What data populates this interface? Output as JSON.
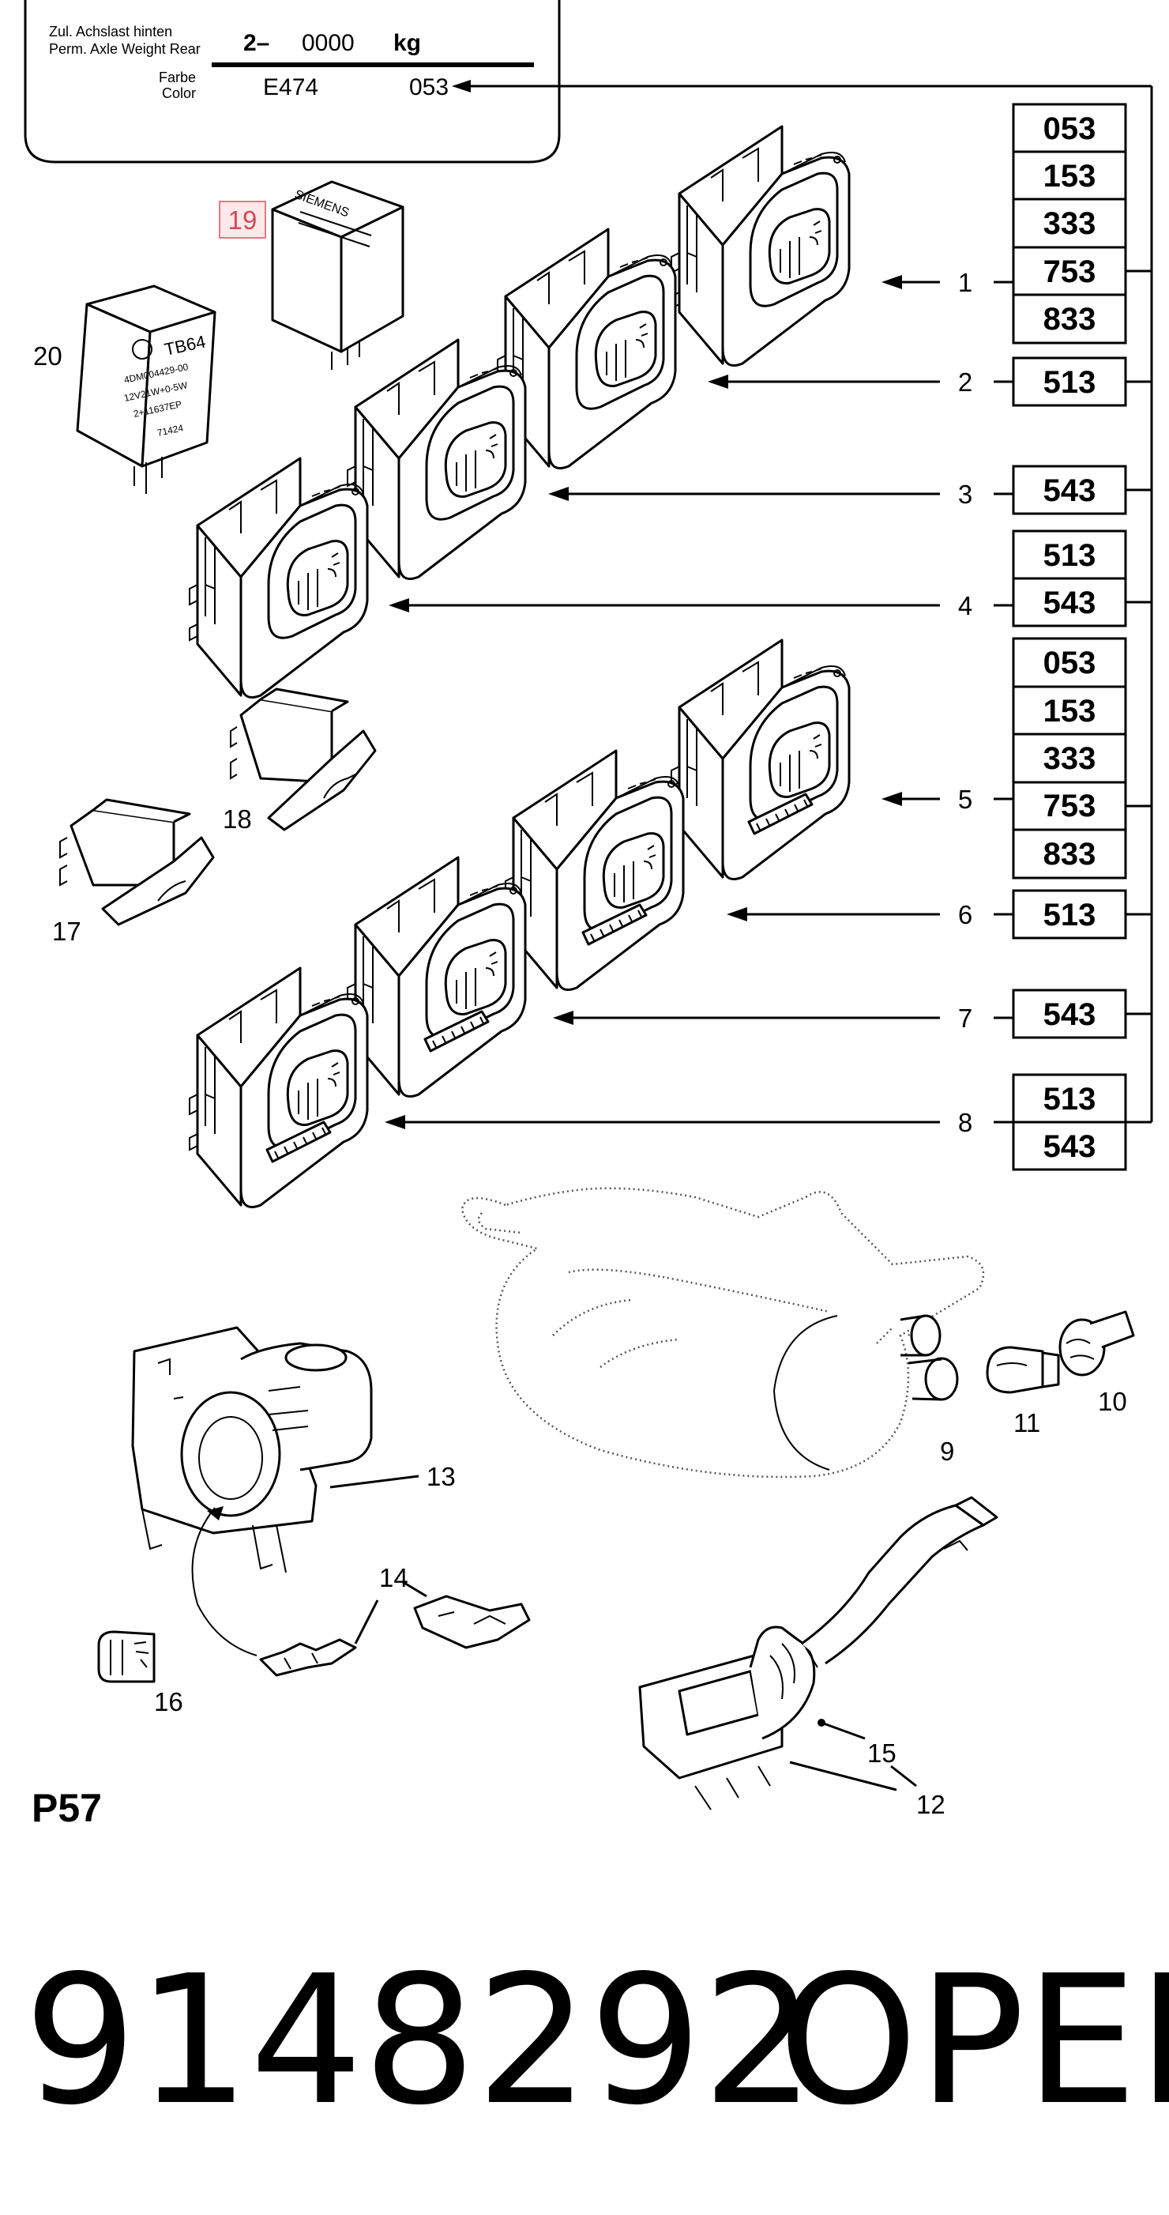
{
  "header_plate": {
    "axle_label_de": "Zul. Achslast hinten",
    "axle_label_en": "Perm. Axle Weight Rear",
    "axle_value_prefix": "2–",
    "axle_value": "0000",
    "axle_unit": "kg",
    "color_label_de": "Farbe",
    "color_label_en": "Color",
    "color_value": "E474",
    "color_code": "053"
  },
  "code_boxes": [
    {
      "group": "1",
      "codes": [
        "053",
        "153",
        "333",
        "753",
        "833"
      ]
    },
    {
      "group": "2",
      "codes": [
        "513"
      ]
    },
    {
      "group": "3",
      "codes": [
        "543"
      ]
    },
    {
      "group": "4",
      "codes": [
        "513",
        "543"
      ]
    },
    {
      "group": "5",
      "codes": [
        "053",
        "153",
        "333",
        "753",
        "833"
      ]
    },
    {
      "group": "6",
      "codes": [
        "513"
      ]
    },
    {
      "group": "7",
      "codes": [
        "543"
      ]
    },
    {
      "group": "8",
      "codes": [
        "513",
        "543"
      ]
    }
  ],
  "callouts": {
    "c1": "1",
    "c2": "2",
    "c3": "3",
    "c4": "4",
    "c5": "5",
    "c6": "6",
    "c7": "7",
    "c8": "8",
    "c9": "9",
    "c10": "10",
    "c11": "11",
    "c12": "12",
    "c13": "13",
    "c14": "14",
    "c15": "15",
    "c16": "16",
    "c17": "17",
    "c18": "18",
    "c19": "19",
    "c20": "20"
  },
  "relay_labels": {
    "siemens": "SIEMENS",
    "tb64": "TB64",
    "relay_line1": "4DM004429-00",
    "relay_line2": "12V21W+0-5W",
    "relay_line3": "2+11637EP",
    "relay_line4": "71424"
  },
  "section_code": "P57",
  "footer": {
    "part_number": "9148292",
    "brand": "OPEL"
  },
  "colors": {
    "line": "#000000",
    "highlight_fill": "#fde8ea",
    "highlight_border": "#e07a84",
    "highlight_text": "#d04a58"
  }
}
